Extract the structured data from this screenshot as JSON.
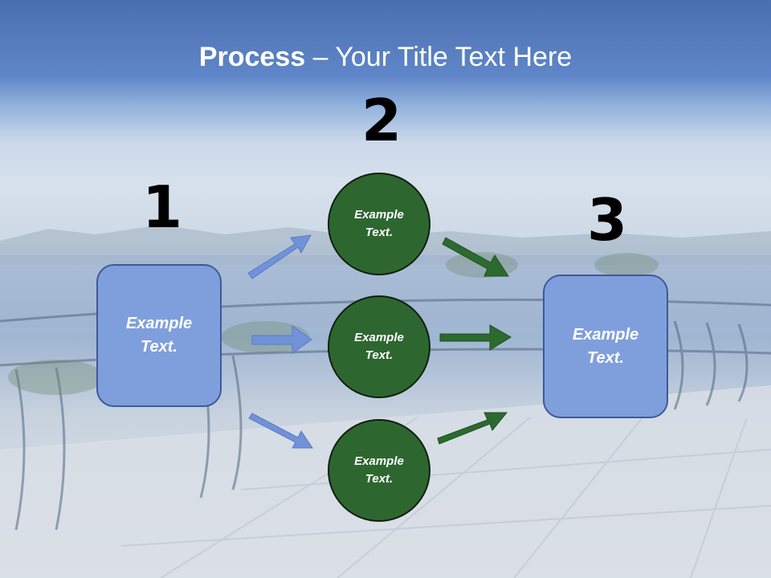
{
  "title": {
    "bold": "Process",
    "rest": " – Your Title Text Here"
  },
  "steps": {
    "one": "1",
    "two": "2",
    "three": "3"
  },
  "left_box": {
    "line1": "Example",
    "line2": "Text."
  },
  "right_box": {
    "line1": "Example",
    "line2": "Text."
  },
  "circles": [
    {
      "line1": "Example",
      "line2": "Text."
    },
    {
      "line1": "Example",
      "line2": "Text."
    },
    {
      "line1": "Example",
      "line2": "Text."
    }
  ],
  "colors": {
    "box_fill": "#7f9fdc",
    "circle_fill": "#2e6630",
    "blue_arrow": "#7192d8",
    "green_arrow": "#2c6a30"
  }
}
